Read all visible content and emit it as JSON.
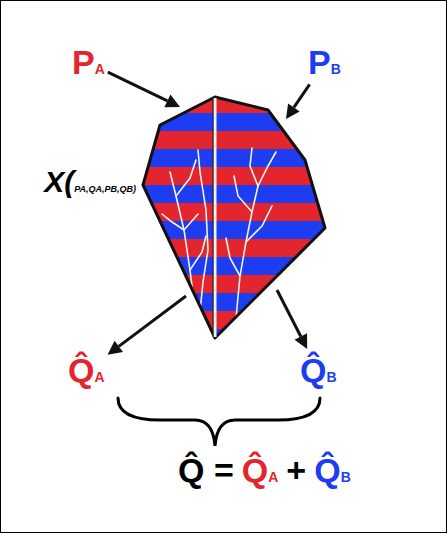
{
  "diagram": {
    "nodes": [
      {
        "text": [
          "PA"
        ]
      },
      {
        "text": [
          "PB"
        ]
      },
      {
        "text": [
          "X(PA,QA,PB,QB)"
        ]
      },
      {
        "text": [
          "Q̂A"
        ]
      },
      {
        "text": [
          "Q̂B"
        ]
      }
    ],
    "edges": [
      {
        "from": 0,
        "to": 2,
        "arrow": "to"
      },
      {
        "from": 1,
        "to": 2,
        "arrow": "to"
      },
      {
        "from": 2,
        "to": 3,
        "arrow": "to"
      },
      {
        "from": 2,
        "to": 4,
        "arrow": "to"
      }
    ],
    "labels": [
      "Q̂ =",
      "Q̂A",
      "+",
      "Q̂B"
    ]
  }
}
